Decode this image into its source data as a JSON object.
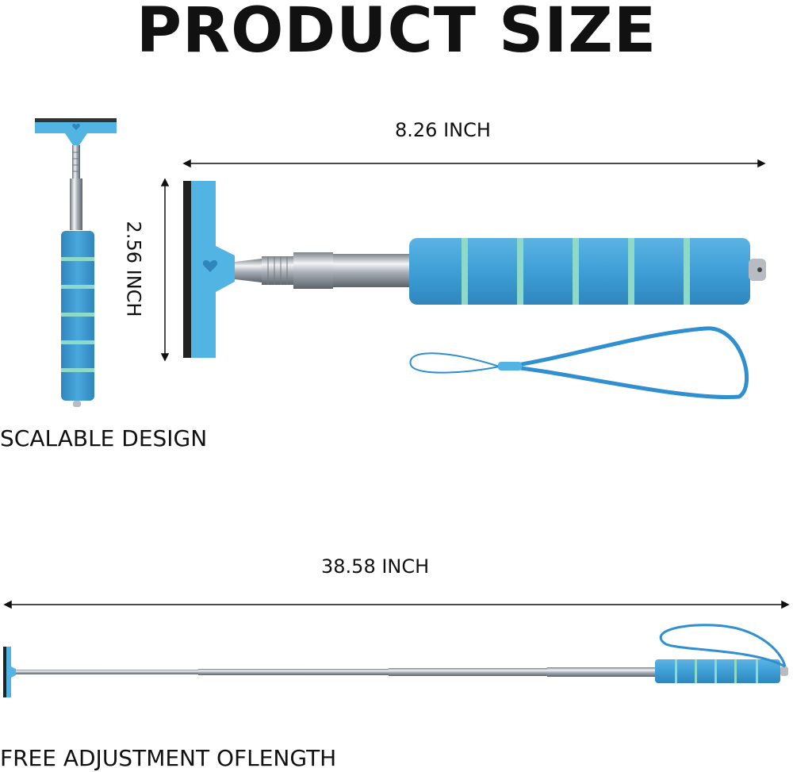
{
  "page": {
    "title": "PRODUCT SIZE"
  },
  "dimensions": {
    "width_label": "8.26 INCH",
    "height_label": "2.56 INCH",
    "extended_length_label": "38.58 INCH"
  },
  "captions": {
    "scalable": "SCALABLE DESIGN",
    "adjustment": "FREE ADJUSTMENT OFLENGTH"
  },
  "colors": {
    "foam_blue": "#3E9FD6",
    "foam_band": "#8FD9C8",
    "head_blue": "#52B4E3",
    "steel": "#B8BCC2",
    "cord_blue": "#2F8FD0",
    "rubber_black": "#222222"
  }
}
